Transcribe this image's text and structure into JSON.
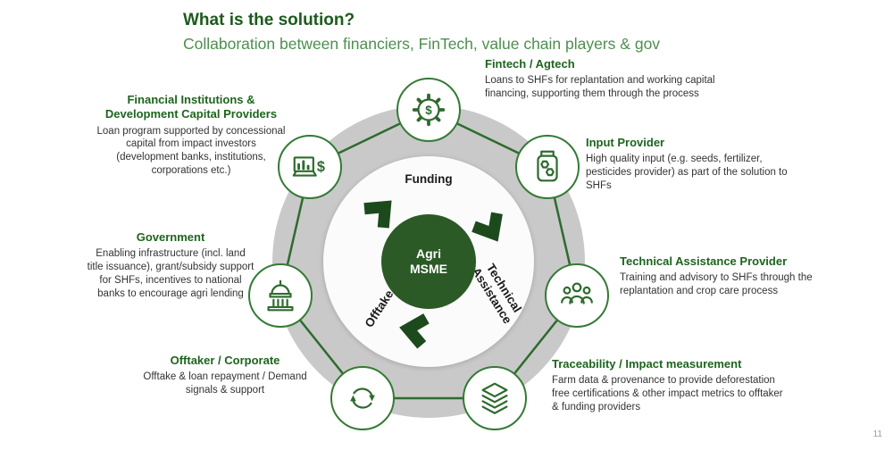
{
  "header": {
    "title": "What is the solution?",
    "subtitle": "Collaboration between financiers, FinTech, value chain players & gov"
  },
  "diagram": {
    "center_label": "Agri\nMSME",
    "segments": {
      "funding": "Funding",
      "technical_assistance": "Technical\nAssistance",
      "offtake": "Offtake"
    }
  },
  "stakeholders": {
    "fintech": {
      "icon": "gear-dollar-icon",
      "title": "Fintech / Agtech",
      "body": "Loans to SHFs for replantation and working capital financing, supporting them through the process"
    },
    "input_provider": {
      "icon": "jar-hexagon-icon",
      "title": "Input Provider",
      "body": "High quality input (e.g. seeds, fertilizer, pesticides provider) as part of the solution to SHFs"
    },
    "technical_assistance": {
      "icon": "people-group-icon",
      "title": "Technical Assistance Provider",
      "body": "Training and advisory to SHFs through the replantation and crop care process"
    },
    "traceability": {
      "icon": "layers-icon",
      "title": "Traceability / Impact measurement",
      "body": "Farm data & provenance to provide deforestation free certifications & other impact metrics to offtaker & funding providers"
    },
    "financial_institutions": {
      "icon": "chart-dollar-icon",
      "title": "Financial Institutions & Development Capital Providers",
      "body": "Loan program supported by concessional capital from impact investors (development banks, institutions, corporations etc.)"
    },
    "government": {
      "icon": "capitol-icon",
      "title": "Government",
      "body": "Enabling infrastructure (incl. land title issuance), grant/subsidy support for SHFs, incentives to national banks to encourage agri lending"
    },
    "offtaker": {
      "icon": "refresh-arrows-icon",
      "title": "Offtaker / Corporate",
      "body": "Offtake & loan repayment / Demand signals & support"
    }
  },
  "page_number": "11",
  "colors": {
    "title_green": "#1d5a1d",
    "subtitle_green": "#4c8f4e",
    "heading_green": "#1d641d",
    "center_circle_green": "#2b5a26",
    "arrow_green": "#1c4a1c",
    "ring_gray": "#c9c9c9",
    "node_border_green": "#357a35"
  }
}
